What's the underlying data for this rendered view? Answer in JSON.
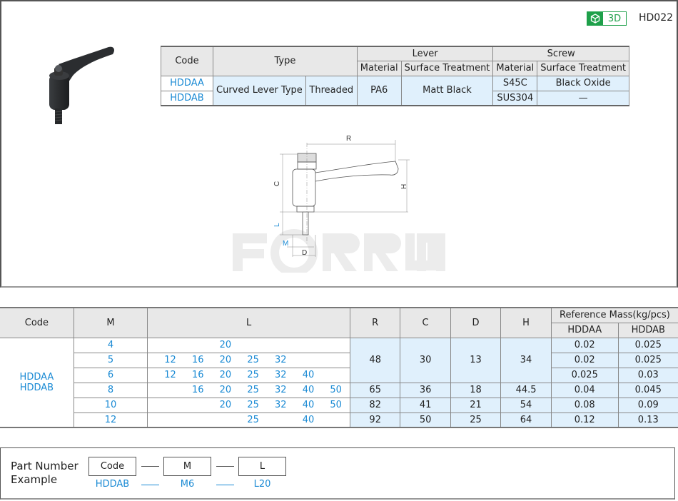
{
  "header": {
    "badge_3d_label": "3D",
    "model_number": "HD022"
  },
  "spec_table": {
    "headers": {
      "code": "Code",
      "type": "Type",
      "lever": "Lever",
      "screw": "Screw",
      "lever_material": "Material",
      "lever_surface": "Surface Treatment",
      "screw_material": "Material",
      "screw_surface": "Surface Treatment"
    },
    "codes": [
      "HDDAA",
      "HDDAB"
    ],
    "type_1": "Curved Lever Type",
    "type_2": "Threaded",
    "lever_material": "PA6",
    "lever_surface": "Matt Black",
    "screw_materials": [
      "S45C",
      "SUS304"
    ],
    "screw_surfaces": [
      "Black Oxide",
      "—"
    ]
  },
  "drawing": {
    "labels": {
      "R": "R",
      "C": "C",
      "H": "H",
      "L": "L",
      "M": "M",
      "D": "D"
    },
    "watermark": "FORRUN"
  },
  "dim_table": {
    "headers": {
      "code": "Code",
      "m": "M",
      "l": "L",
      "r": "R",
      "c": "C",
      "d": "D",
      "h": "H",
      "mass": "Reference Mass(kg/pcs)",
      "mass_a": "HDDAA",
      "mass_b": "HDDAB"
    },
    "codes": [
      "HDDAA",
      "HDDAB"
    ],
    "rows": [
      {
        "m": "4",
        "l": [
          "",
          "",
          "20",
          "",
          "",
          "",
          ""
        ],
        "r": "48",
        "c": "30",
        "d": "13",
        "h": "34",
        "mass_a": "0.02",
        "mass_b": "0.025"
      },
      {
        "m": "5",
        "l": [
          "12",
          "16",
          "20",
          "25",
          "32",
          "",
          ""
        ],
        "r": "48",
        "c": "30",
        "d": "13",
        "h": "34",
        "mass_a": "0.02",
        "mass_b": "0.025"
      },
      {
        "m": "6",
        "l": [
          "12",
          "16",
          "20",
          "25",
          "32",
          "40",
          ""
        ],
        "r": "48",
        "c": "30",
        "d": "13",
        "h": "34",
        "mass_a": "0.025",
        "mass_b": "0.03"
      },
      {
        "m": "8",
        "l": [
          "",
          "16",
          "20",
          "25",
          "32",
          "40",
          "50"
        ],
        "r": "65",
        "c": "36",
        "d": "18",
        "h": "44.5",
        "mass_a": "0.04",
        "mass_b": "0.045"
      },
      {
        "m": "10",
        "l": [
          "",
          "",
          "20",
          "25",
          "32",
          "40",
          "50"
        ],
        "r": "82",
        "c": "41",
        "d": "21",
        "h": "54",
        "mass_a": "0.08",
        "mass_b": "0.09"
      },
      {
        "m": "12",
        "l": [
          "",
          "",
          "",
          "25",
          "",
          "40",
          ""
        ],
        "r": "92",
        "c": "50",
        "d": "25",
        "h": "64",
        "mass_a": "0.12",
        "mass_b": "0.13"
      }
    ]
  },
  "part_number": {
    "title_line1": "Part Number",
    "title_line2": "Example",
    "boxes": [
      "Code",
      "M",
      "L"
    ],
    "values": [
      "HDDAB",
      "M6",
      "L20"
    ]
  }
}
